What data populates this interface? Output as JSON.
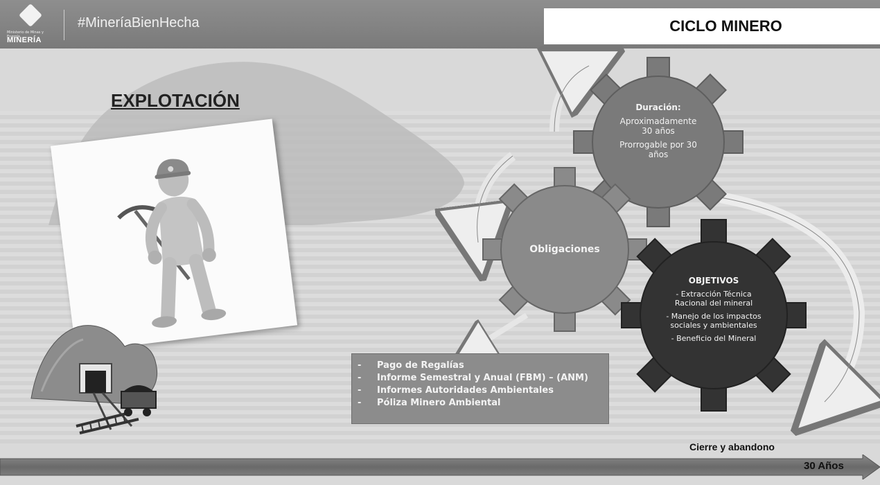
{
  "header": {
    "logo_small_text": "Ministerio de Minas y Energía",
    "logo_text": "MINERÍA",
    "hashtag": "#MineríaBienHecha",
    "title": "CICLO MINERO"
  },
  "section_title": "EXPLOTACIÓN",
  "gear_duration": {
    "heading": "Duración:",
    "line1": "Aproximadamente",
    "line2": "30 años",
    "line3": "Prorrogable por 30",
    "line4": "años"
  },
  "gear_obligations": {
    "label": "Obligaciones"
  },
  "gear_objectives": {
    "heading": "OBJETIVOS",
    "item1_line1": "- Extracción Técnica",
    "item1_line2": "Racional del mineral",
    "item2_line1": "- Manejo de los impactos",
    "item2_line2": "sociales y ambientales",
    "item3": "- Beneficio del Mineral"
  },
  "obligations_list": [
    "Pago de Regalías",
    "Informe Semestral y Anual (FBM) – (ANM)",
    "Informes Autoridades Ambientales",
    "Póliza Minero Ambiental"
  ],
  "timeline": {
    "closure_label": "Cierre y abandono",
    "end_label": "30 Años"
  },
  "colors": {
    "header_bg": "#7f7f7f",
    "gear_light": "#7d7d7d",
    "gear_dark": "#333333",
    "timeline": "#6f6f6f"
  }
}
